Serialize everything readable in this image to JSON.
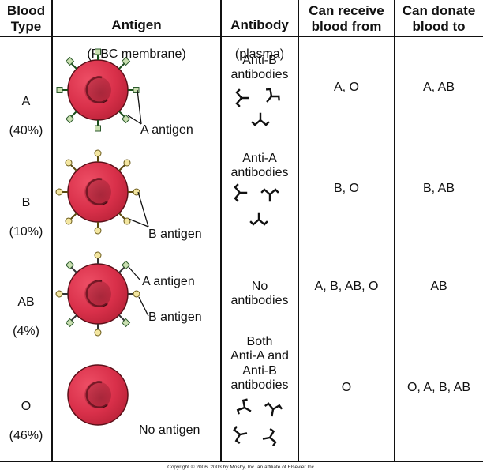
{
  "headers": {
    "blood_type": "Blood\nType",
    "antigen": "Antigen",
    "antigen_sub": "(RBC membrane)",
    "antibody": "Antibody",
    "antibody_sub": "(plasma)",
    "receive": "Can receive\nblood from",
    "donate": "Can donate\nblood to"
  },
  "rows": [
    {
      "type": "A",
      "percent": "(40%)",
      "antigen_labels": [
        "A antigen"
      ],
      "antibody": "Anti-B\nantibodies",
      "receive": "A, O",
      "donate": "A, AB"
    },
    {
      "type": "B",
      "percent": "(10%)",
      "antigen_labels": [
        "B antigen"
      ],
      "antibody": "Anti-A\nantibodies",
      "receive": "B, O",
      "donate": "B, AB"
    },
    {
      "type": "AB",
      "percent": "(4%)",
      "antigen_labels": [
        "A antigen",
        "B antigen"
      ],
      "antibody": "No\nantibodies",
      "receive": "A, B, AB, O",
      "donate": "AB"
    },
    {
      "type": "O",
      "percent": "(46%)",
      "antigen_labels": [
        "No antigen"
      ],
      "antibody": "Both\nAnti-A and\nAnti-B\nantibodies",
      "receive": "O",
      "donate": "O, A, B, AB"
    }
  ],
  "copyright": "Copyright © 2006, 2003 by Mosby, Inc. an affiliate of Elsevier Inc.",
  "colors": {
    "cell_red": "#d9304a",
    "cell_dark": "#8c1c2c",
    "a_antigen": "#c9dfb0",
    "b_antigen": "#f3e6a0"
  }
}
